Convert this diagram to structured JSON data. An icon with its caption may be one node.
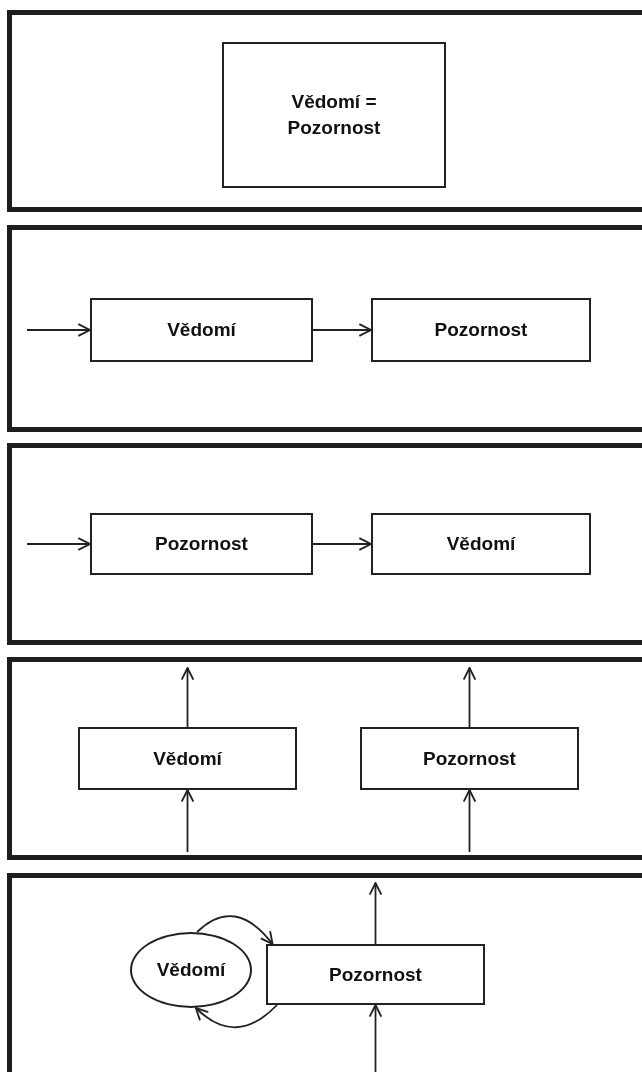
{
  "diagram": {
    "nodes": [
      {
        "text": [],
        "shape": "box"
      },
      {
        "text": [
          "Vědomí = Pozornost"
        ],
        "in": 0
      },
      {
        "text": [],
        "shape": "box"
      },
      {
        "text": [
          "Vědomí"
        ],
        "in": 2
      },
      {
        "text": [
          "Pozornost"
        ],
        "in": 2
      },
      {
        "text": [],
        "shape": "box"
      },
      {
        "text": [
          "Pozornost"
        ],
        "in": 5
      },
      {
        "text": [
          "Vědomí"
        ],
        "in": 5
      },
      {
        "text": [],
        "shape": "box"
      },
      {
        "text": [
          "Vědomí"
        ],
        "in": 8
      },
      {
        "text": [
          "Pozornost"
        ],
        "in": 8
      },
      {
        "text": [],
        "shape": "box"
      },
      {
        "text": [
          "Vědomí"
        ],
        "in": 11
      },
      {
        "text": [
          "Pozornost"
        ],
        "in": 11
      }
    ],
    "edges": [
      {
        "from": null,
        "to": 3,
        "arrow": "to"
      },
      {
        "from": 3,
        "to": 4,
        "arrow": "to"
      },
      {
        "from": null,
        "to": 6,
        "arrow": "to"
      },
      {
        "from": 6,
        "to": 7,
        "arrow": "to"
      },
      {
        "from": null,
        "to": 9,
        "arrow": "to"
      },
      {
        "from": 9,
        "to": null,
        "arrow": "to"
      },
      {
        "from": null,
        "to": 10,
        "arrow": "to"
      },
      {
        "from": 10,
        "to": null,
        "arrow": "to"
      },
      {
        "from": 12,
        "to": 13,
        "arrow": "to"
      },
      {
        "from": 13,
        "to": 12,
        "arrow": "to"
      },
      {
        "from": null,
        "to": 13,
        "arrow": "to"
      },
      {
        "from": 13,
        "to": null,
        "arrow": "to"
      }
    ]
  }
}
